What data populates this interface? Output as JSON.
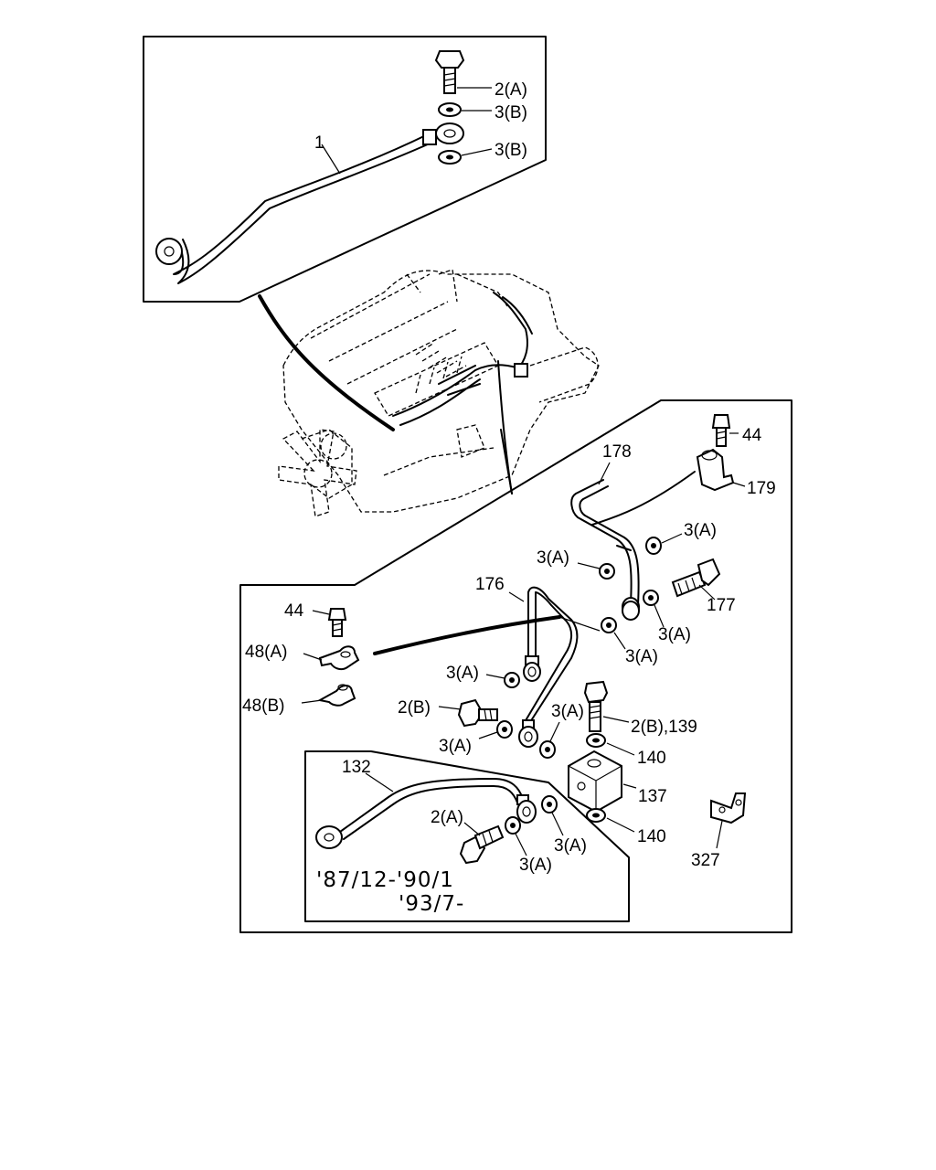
{
  "labels": {
    "l1": "1",
    "l2a_top": "2(A)",
    "l3b_1": "3(B)",
    "l3b_2": "3(B)",
    "l44_top": "44",
    "l178": "178",
    "l179": "179",
    "l3a_1": "3(A)",
    "l3a_2": "3(A)",
    "l176": "176",
    "l177": "177",
    "l3a_3": "3(A)",
    "l44_left": "44",
    "l3a_4": "3(A)",
    "l48a": "48(A)",
    "l3a_5": "3(A)",
    "l48b": "48(B)",
    "l2b": "2(B)",
    "l3a_6": "3(A)",
    "l2b139": "2(B),139",
    "l3a_7": "3(A)",
    "l140_1": "140",
    "l132": "132",
    "l137": "137",
    "l2a_inset": "2(A)",
    "l140_2": "140",
    "l3a_8": "3(A)",
    "l327": "327",
    "l3a_9": "3(A)"
  },
  "notes": {
    "date_range_1": "'87/12-'90/1",
    "date_range_2": "'93/7-"
  }
}
